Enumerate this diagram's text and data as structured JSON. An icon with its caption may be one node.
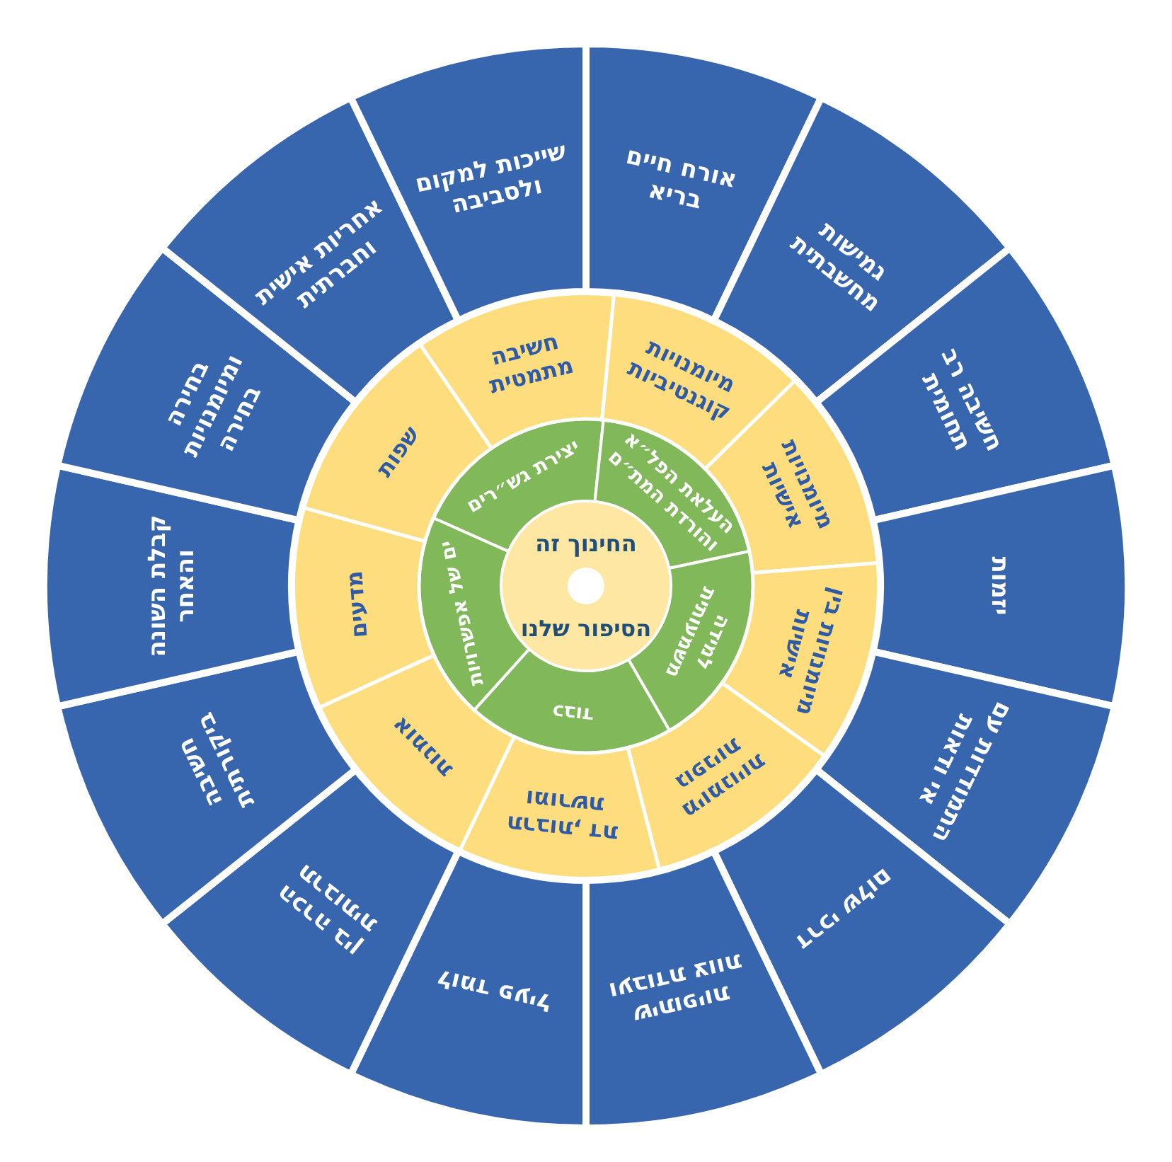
{
  "diagram": {
    "nodes": [
      {
        "text": [
          "החינוך זה",
          "הסיפור שלנו"
        ]
      },
      {
        "text": [
          "יצירת גש״רים"
        ]
      },
      {
        "text": [
          "העלאת הפל״א והורדת המת״ם"
        ]
      },
      {
        "text": [
          "למידה משמעותית"
        ]
      },
      {
        "text": [
          "כבוד"
        ]
      },
      {
        "text": [
          "ים של אפשרויות"
        ]
      },
      {
        "text": [
          "חשיבה מתמטית"
        ]
      },
      {
        "text": [
          "מיומנויות קוגנטיביות"
        ]
      },
      {
        "text": [
          "מיומנויות אישיות"
        ]
      },
      {
        "text": [
          "מיומנויות בין אישיות"
        ]
      },
      {
        "text": [
          "מיומנויות גופניות"
        ]
      },
      {
        "text": [
          "תרבות, דת ומורשת"
        ]
      },
      {
        "text": [
          "אומנות"
        ]
      },
      {
        "text": [
          "מדעים"
        ]
      },
      {
        "text": [
          "שפות"
        ]
      },
      {
        "text": [
          "אורח חיים בריא"
        ]
      },
      {
        "text": [
          "גמישות מחשבתית"
        ]
      },
      {
        "text": [
          "חשיבה רב תחומית"
        ]
      },
      {
        "text": [
          "יזמות"
        ]
      },
      {
        "text": [
          "התמודדות עם אי ודאות"
        ]
      },
      {
        "text": [
          "דרכי שלום"
        ]
      },
      {
        "text": [
          "שיתופיות ועבודת צוות"
        ]
      },
      {
        "text": [
          "לומד פעיל"
        ]
      },
      {
        "text": [
          "הכרה בין תרבותית"
        ]
      },
      {
        "text": [
          "חשיבה ביקורתית"
        ]
      },
      {
        "text": [
          "קבלת השונה והאחר"
        ]
      },
      {
        "text": [
          "בחירה ומיומנויות בחירה"
        ]
      },
      {
        "text": [
          "אחריות אישית וחברתית"
        ]
      },
      {
        "text": [
          "שייכות למקום ולסביבה"
        ]
      }
    ]
  }
}
